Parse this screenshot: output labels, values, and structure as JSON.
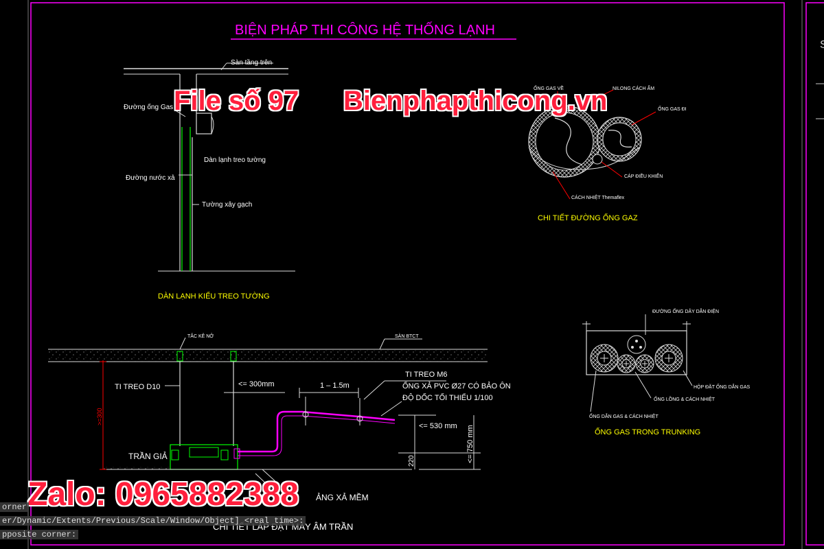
{
  "title": "BIỆN PHÁP THI CÔNG HỆ THỐNG LẠNH",
  "wall_unit": {
    "labels": {
      "san_tang_tren": "Sàn tầng trên",
      "duong_ong_gas": "Đường ống Gas",
      "dan_lanh": "Dàn lạnh treo tường",
      "duong_nuoc_xa": "Đường nước xả",
      "tuong": "Tường xây gạch"
    },
    "caption": "DÀN LẠNH KIỂU TREO TƯỜNG"
  },
  "gas_detail": {
    "labels": {
      "ong_gas_ve": "ỐNG GAS VỀ",
      "nilong": "NILONG CÁCH ẨM",
      "ong_gas_di": "ỐNG GAS ĐI",
      "cap_dieu_khien": "CÁP ĐIỀU KHIỂN",
      "cach_nhiet": "CÁCH NHIỆT Themaflex"
    },
    "caption": "CHI TIẾT ĐƯỜNG ỐNG GAZ"
  },
  "trunking": {
    "labels": {
      "duong_ong_day": "ĐƯỜNG ỐNG DÂY DẪN ĐIỆN",
      "hop_dat": "HỘP ĐẶT ỐNG DẪN GAS",
      "ong_long": "ỐNG LỒNG & CÁCH NHIỆT",
      "ong_dan_gas": "ỐNG DẪN GAS & CÁCH NHIỆT"
    },
    "caption": "ỐNG GAS TRONG TRUNKING"
  },
  "ceiling_unit": {
    "labels": {
      "tac_ke_no": "TẮC KÊ NỞ",
      "san_btct": "SÀN BTCT",
      "ti_treo_d10": "TI TREO D10",
      "dim_300": "<= 300mm",
      "dim_1_15": "1 – 1.5m",
      "ti_treo_m6": "TI TREO M6",
      "ong_xa_1": "ỐNG XẢ PVC Ø27 CÓ BẢO ÔN",
      "ong_xa_2": "ĐỘ DỐC TỐI THIỂU 1/100",
      "dim_300v": ">=300",
      "dim_530": "<= 530 mm",
      "dim_750": "<= 750 mm",
      "dim_220": "220",
      "tran_gia": "TRẦN GIẢ",
      "ong_mem": "ẢNG XẢ MỀM",
      "caption_partial": "CHI TIẾT LẮP ĐẶT MÁY ÂM TRẦN"
    }
  },
  "watermarks": {
    "file": "File số 97",
    "site": "Bienphapthicong.vn",
    "zalo": "Zalo: 0965882388"
  },
  "command_line": {
    "line1": "orner",
    "line2": "er/Dynamic/Extents/Previous/Scale/Window/Object] <real time>:",
    "line3": "pposite corner:"
  },
  "colors": {
    "magenta": "#ff00ff",
    "yellow": "#ffff00",
    "green": "#00ff00",
    "red": "#ff0000",
    "white": "#ffffff",
    "watermark": "#ff1f3c"
  }
}
